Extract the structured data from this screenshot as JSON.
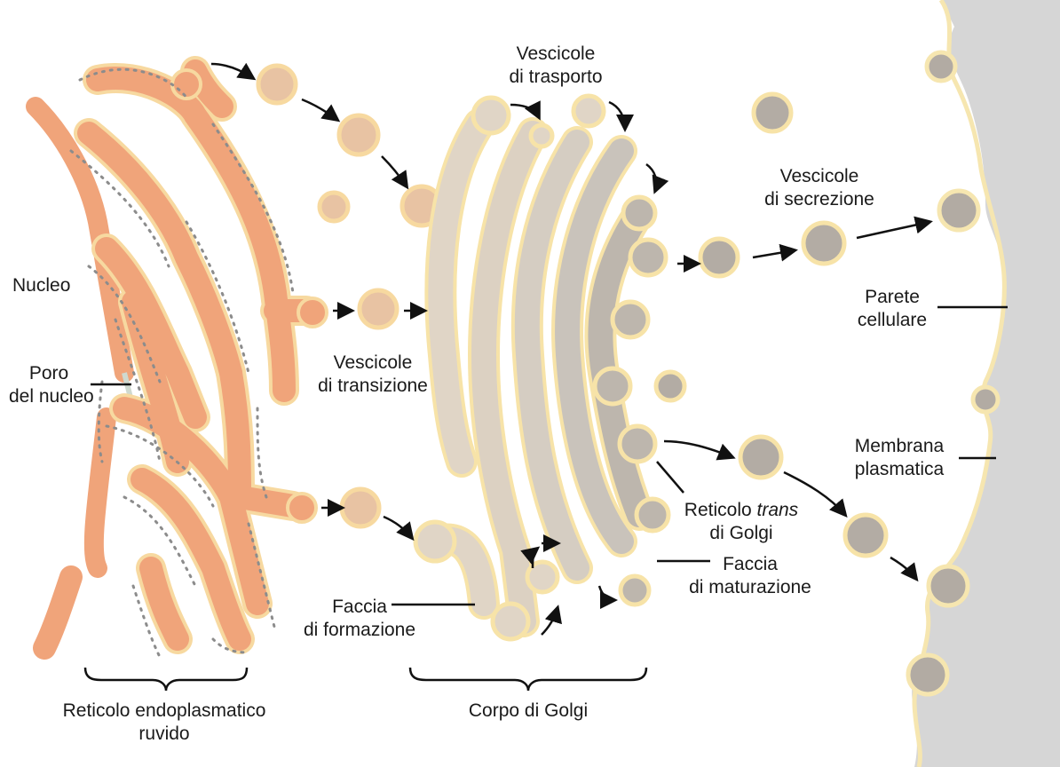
{
  "colors": {
    "er": "#f0a47a",
    "er_edge": "#f7d9a0",
    "golgi_light": "#e2d6c8",
    "golgi_dark": "#bdb6ad",
    "membrane": "#f8e9b8",
    "cytosol_wall": "#d4d4d4",
    "vesicle_fill": "#e8c3a3",
    "vesicle_dark": "#b3aca4",
    "ribosome": "#8c8c8c"
  },
  "labels": {
    "nucleo": "Nucleo",
    "poro_1": "Poro",
    "poro_2": "del nucleo",
    "vtrans_1": "Vescicole",
    "vtrans_2": "di transizione",
    "vtrasp_1": "Vescicole",
    "vtrasp_2": "di trasporto",
    "vsecr_1": "Vescicole",
    "vsecr_2": "di secrezione",
    "parete_1": "Parete",
    "parete_2": "cellulare",
    "membrana_1": "Membrana",
    "membrana_2": "plasmatica",
    "reticolo_trans_1a": "Reticolo ",
    "reticolo_trans_1b": "trans",
    "reticolo_trans_2": "di Golgi",
    "faccia_mat_1": "Faccia",
    "faccia_mat_2": "di maturazione",
    "faccia_form_1": "Faccia",
    "faccia_form_2": "di formazione",
    "rer_1": "Reticolo endoplasmatico",
    "rer_2": "ruvido",
    "golgi": "Corpo di Golgi"
  }
}
